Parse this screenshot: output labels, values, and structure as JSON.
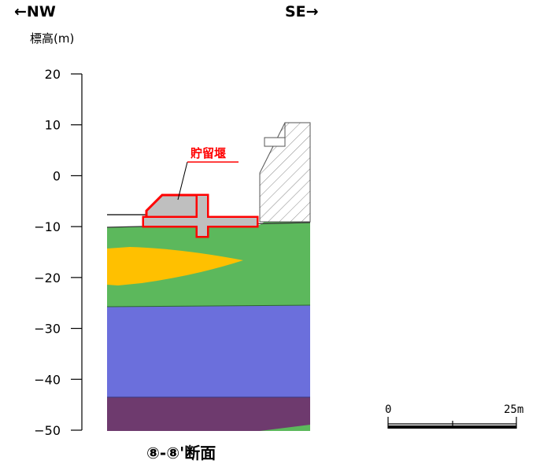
{
  "direction": {
    "left": "←NW",
    "right": "SE→"
  },
  "y_axis": {
    "title": "標高(m)",
    "ticks": [
      20,
      10,
      0,
      -10,
      -20,
      -30,
      -40,
      -50
    ],
    "range": [
      -50,
      20
    ]
  },
  "structure_label": "貯留堰",
  "section_title": "⑧-⑧'断面",
  "scale_bar": {
    "start_label": "0",
    "end_label": "25m"
  },
  "colors": {
    "layer_green": "#5cb85c",
    "layer_orange": "#ffc000",
    "layer_blue": "#6b6fdc",
    "layer_purple": "#6e3a6e",
    "structure_gray": "#bfbfbf",
    "highlight_red": "#ff0000",
    "hatch": "#888888"
  }
}
